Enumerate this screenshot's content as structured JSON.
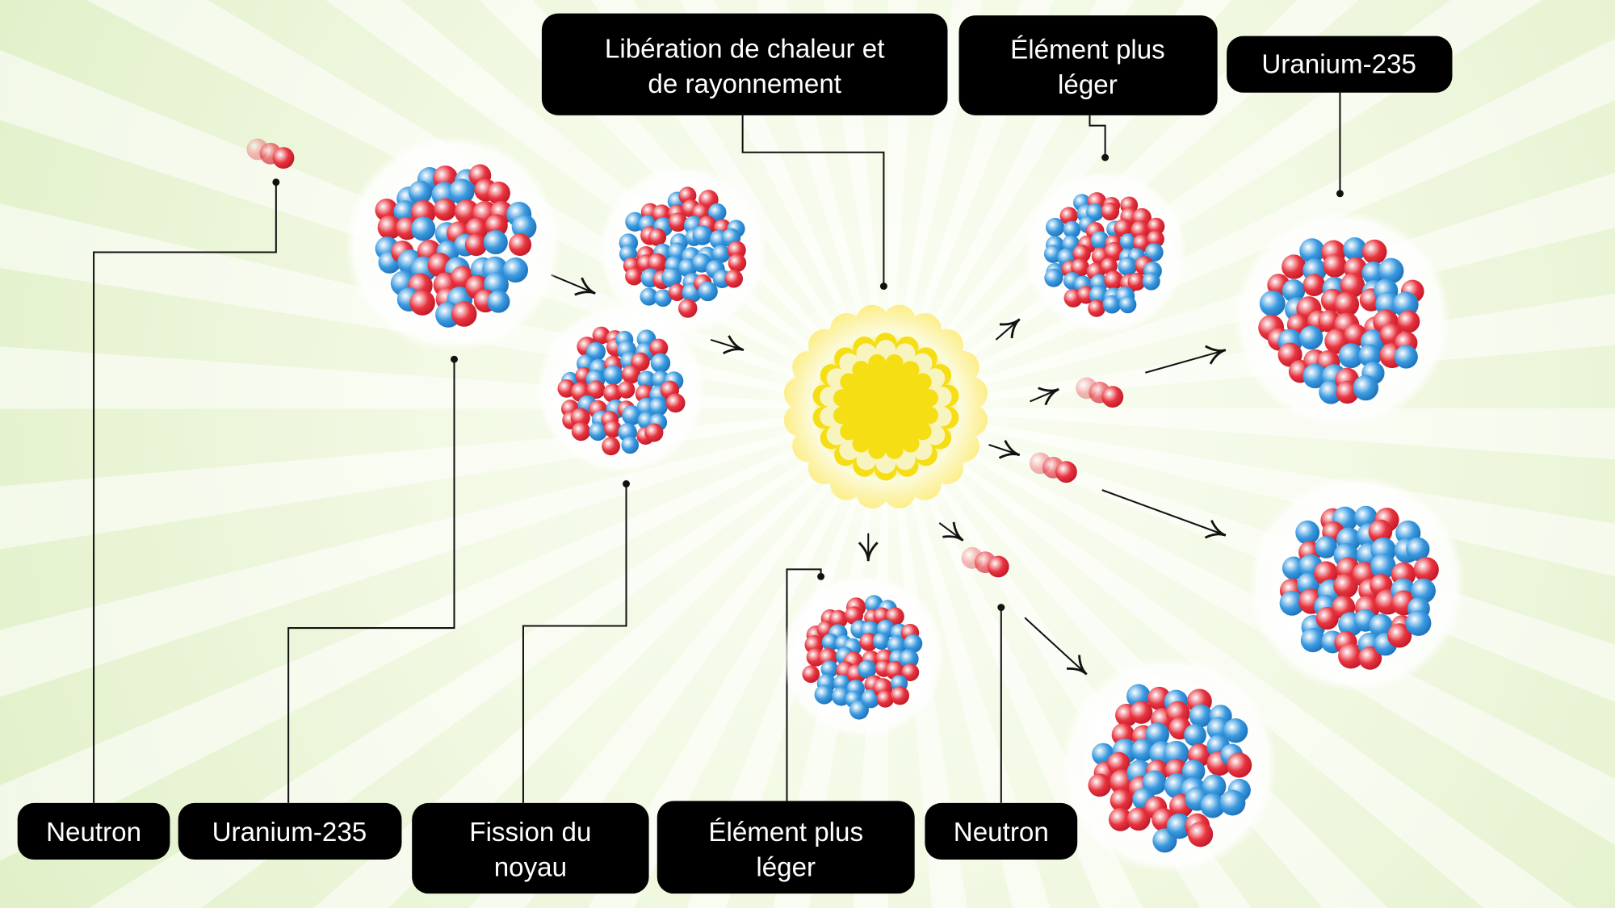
{
  "labels": {
    "heat_release": [
      "Libération de chaleur et",
      "de rayonnement"
    ],
    "lighter_element_top": [
      "Élément plus",
      "léger"
    ],
    "uranium_top": "Uranium-235",
    "neutron_left": "Neutron",
    "uranium_bottom": "Uranium-235",
    "fission": [
      "Fission du",
      "noyau"
    ],
    "lighter_element_bottom": [
      "Élément plus",
      "léger"
    ],
    "neutron_bottom": "Neutron"
  },
  "colors": {
    "proton": "#e8343f",
    "neutron": "#3a9ae0",
    "sun_outer": "#fdee8a",
    "sun_inner": "#f5de14",
    "label_bg": "#000000"
  }
}
